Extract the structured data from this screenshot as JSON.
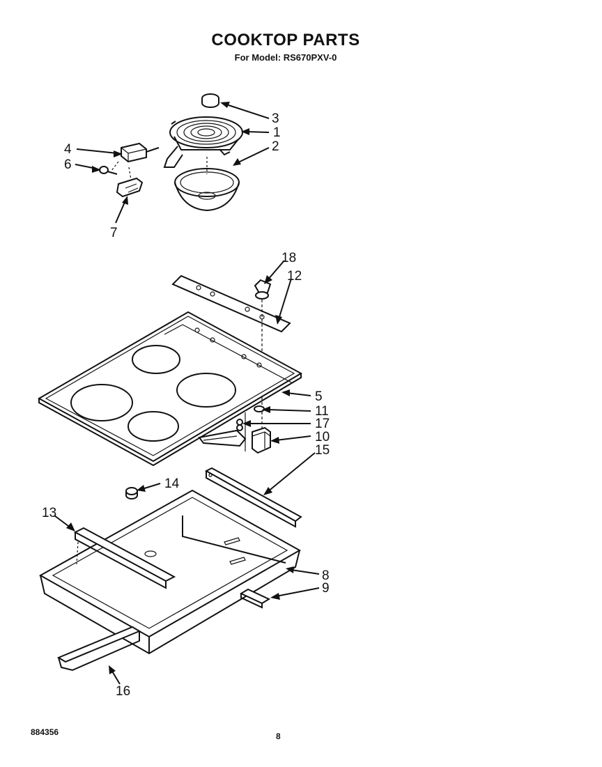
{
  "header": {
    "title": "COOKTOP PARTS",
    "subtitle": "For Model: RS670PXV-0"
  },
  "footer": {
    "doc_number": "884356",
    "page_number": "8"
  },
  "callouts": {
    "c1": "1",
    "c2": "2",
    "c3": "3",
    "c4": "4",
    "c5": "5",
    "c6": "6",
    "c7": "7",
    "c8": "8",
    "c9": "9",
    "c10": "10",
    "c11": "11",
    "c12": "12",
    "c13": "13",
    "c14": "14",
    "c15": "15",
    "c16": "16",
    "c17": "17",
    "c18": "18"
  }
}
